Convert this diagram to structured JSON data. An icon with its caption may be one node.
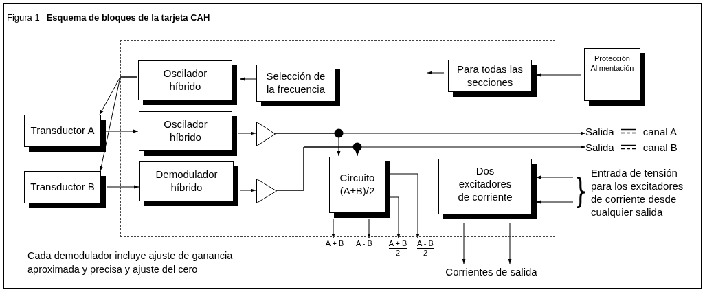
{
  "diagram": {
    "title": "Esquema de bloques de la tarjeta CAH",
    "nodes": [
      {
        "text": [],
        "shape": "box"
      },
      {
        "text": [
          "Transductor A"
        ]
      },
      {
        "text": [
          "Transductor B"
        ]
      },
      {
        "text": [
          "Oscilador híbrido"
        ],
        "in": 0
      },
      {
        "text": [
          "Selección de la frecuencia"
        ],
        "in": 0
      },
      {
        "text": [
          "Para todas las secciones"
        ],
        "in": 0
      },
      {
        "text": [
          "Protección Alimentación"
        ]
      },
      {
        "text": [
          "Oscilador híbrido"
        ],
        "in": 0
      },
      {
        "text": [
          "Demodulador híbrido"
        ],
        "in": 0
      },
      {
        "text": [],
        "shape": "triangle",
        "in": 0
      },
      {
        "text": [],
        "shape": "triangle",
        "in": 0
      },
      {
        "text": [
          "Circuito (A±B)/2"
        ],
        "in": 0
      },
      {
        "text": [
          "Dos excitadores de corriente"
        ],
        "in": 0
      },
      {
        "text": [
          "Salida",
          "canal A"
        ]
      },
      {
        "text": [
          "Salida",
          "canal B"
        ]
      },
      {
        "text": [
          "Entrada de tensión para los excitadores de corriente desde cualquier salida"
        ]
      },
      {
        "text": [
          "A + B"
        ]
      },
      {
        "text": [
          "A - B"
        ]
      },
      {
        "text": [
          "A + B",
          "2"
        ]
      },
      {
        "text": [
          "A - B",
          "2"
        ]
      },
      {
        "text": [
          "Corrientes de salida"
        ]
      }
    ],
    "edges": [
      {
        "from": 3,
        "to": 1,
        "arrow": "to"
      },
      {
        "from": 3,
        "to": 2,
        "arrow": "to"
      },
      {
        "from": 4,
        "to": 3,
        "arrow": "to"
      },
      {
        "from": 5,
        "to": null,
        "arrow": "to"
      },
      {
        "from": 6,
        "to": 5,
        "arrow": "to"
      },
      {
        "from": 1,
        "to": 7,
        "arrow": "to"
      },
      {
        "from": 2,
        "to": 8,
        "arrow": "to"
      },
      {
        "from": 7,
        "to": 9,
        "arrow": "to"
      },
      {
        "from": 8,
        "to": 10,
        "arrow": "to"
      },
      {
        "from": 9,
        "to": 13,
        "arrow": "to"
      },
      {
        "from": 10,
        "to": 14,
        "arrow": "to"
      },
      {
        "from": 9,
        "to": 11,
        "arrow": "to"
      },
      {
        "from": 10,
        "to": 11,
        "arrow": "to"
      },
      {
        "from": 11,
        "to": 16,
        "arrow": "to"
      },
      {
        "from": 11,
        "to": 17,
        "arrow": "to"
      },
      {
        "from": 11,
        "to": 18,
        "arrow": "to"
      },
      {
        "from": 11,
        "to": 19,
        "arrow": "to"
      },
      {
        "from": 12,
        "to": 20,
        "arrow": "to"
      },
      {
        "from": 12,
        "to": 20,
        "arrow": "to"
      },
      {
        "from": 15,
        "to": 12,
        "arrow": "to"
      },
      {
        "from": 15,
        "to": 12,
        "arrow": "to"
      }
    ],
    "labels": [
      "Figura 1",
      "Cada demodulador incluye ajuste de ganancia aproximada y precisa y ajuste del cero"
    ]
  }
}
